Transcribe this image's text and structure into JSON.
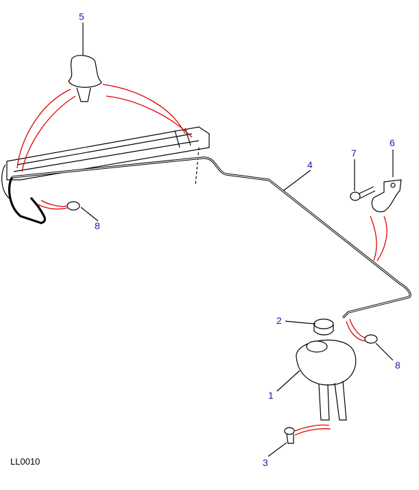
{
  "diagram": {
    "reference_code": "LL0010",
    "callouts": [
      {
        "id": "5",
        "label": "5",
        "part": "clip"
      },
      {
        "id": "7",
        "label": "7",
        "part": "screw"
      },
      {
        "id": "6",
        "label": "6",
        "part": "pipe-clip"
      },
      {
        "id": "4",
        "label": "4",
        "part": "overflow-pipe"
      },
      {
        "id": "8a",
        "label": "8",
        "part": "hose-clip"
      },
      {
        "id": "2",
        "label": "2",
        "part": "filler-cap"
      },
      {
        "id": "8b",
        "label": "8",
        "part": "hose-clip"
      },
      {
        "id": "1",
        "label": "1",
        "part": "expansion-tank"
      },
      {
        "id": "3",
        "label": "3",
        "part": "bolt"
      }
    ],
    "colors": {
      "callout": "#1a1aa8",
      "leader": "#e00000",
      "line": "#000000"
    }
  }
}
